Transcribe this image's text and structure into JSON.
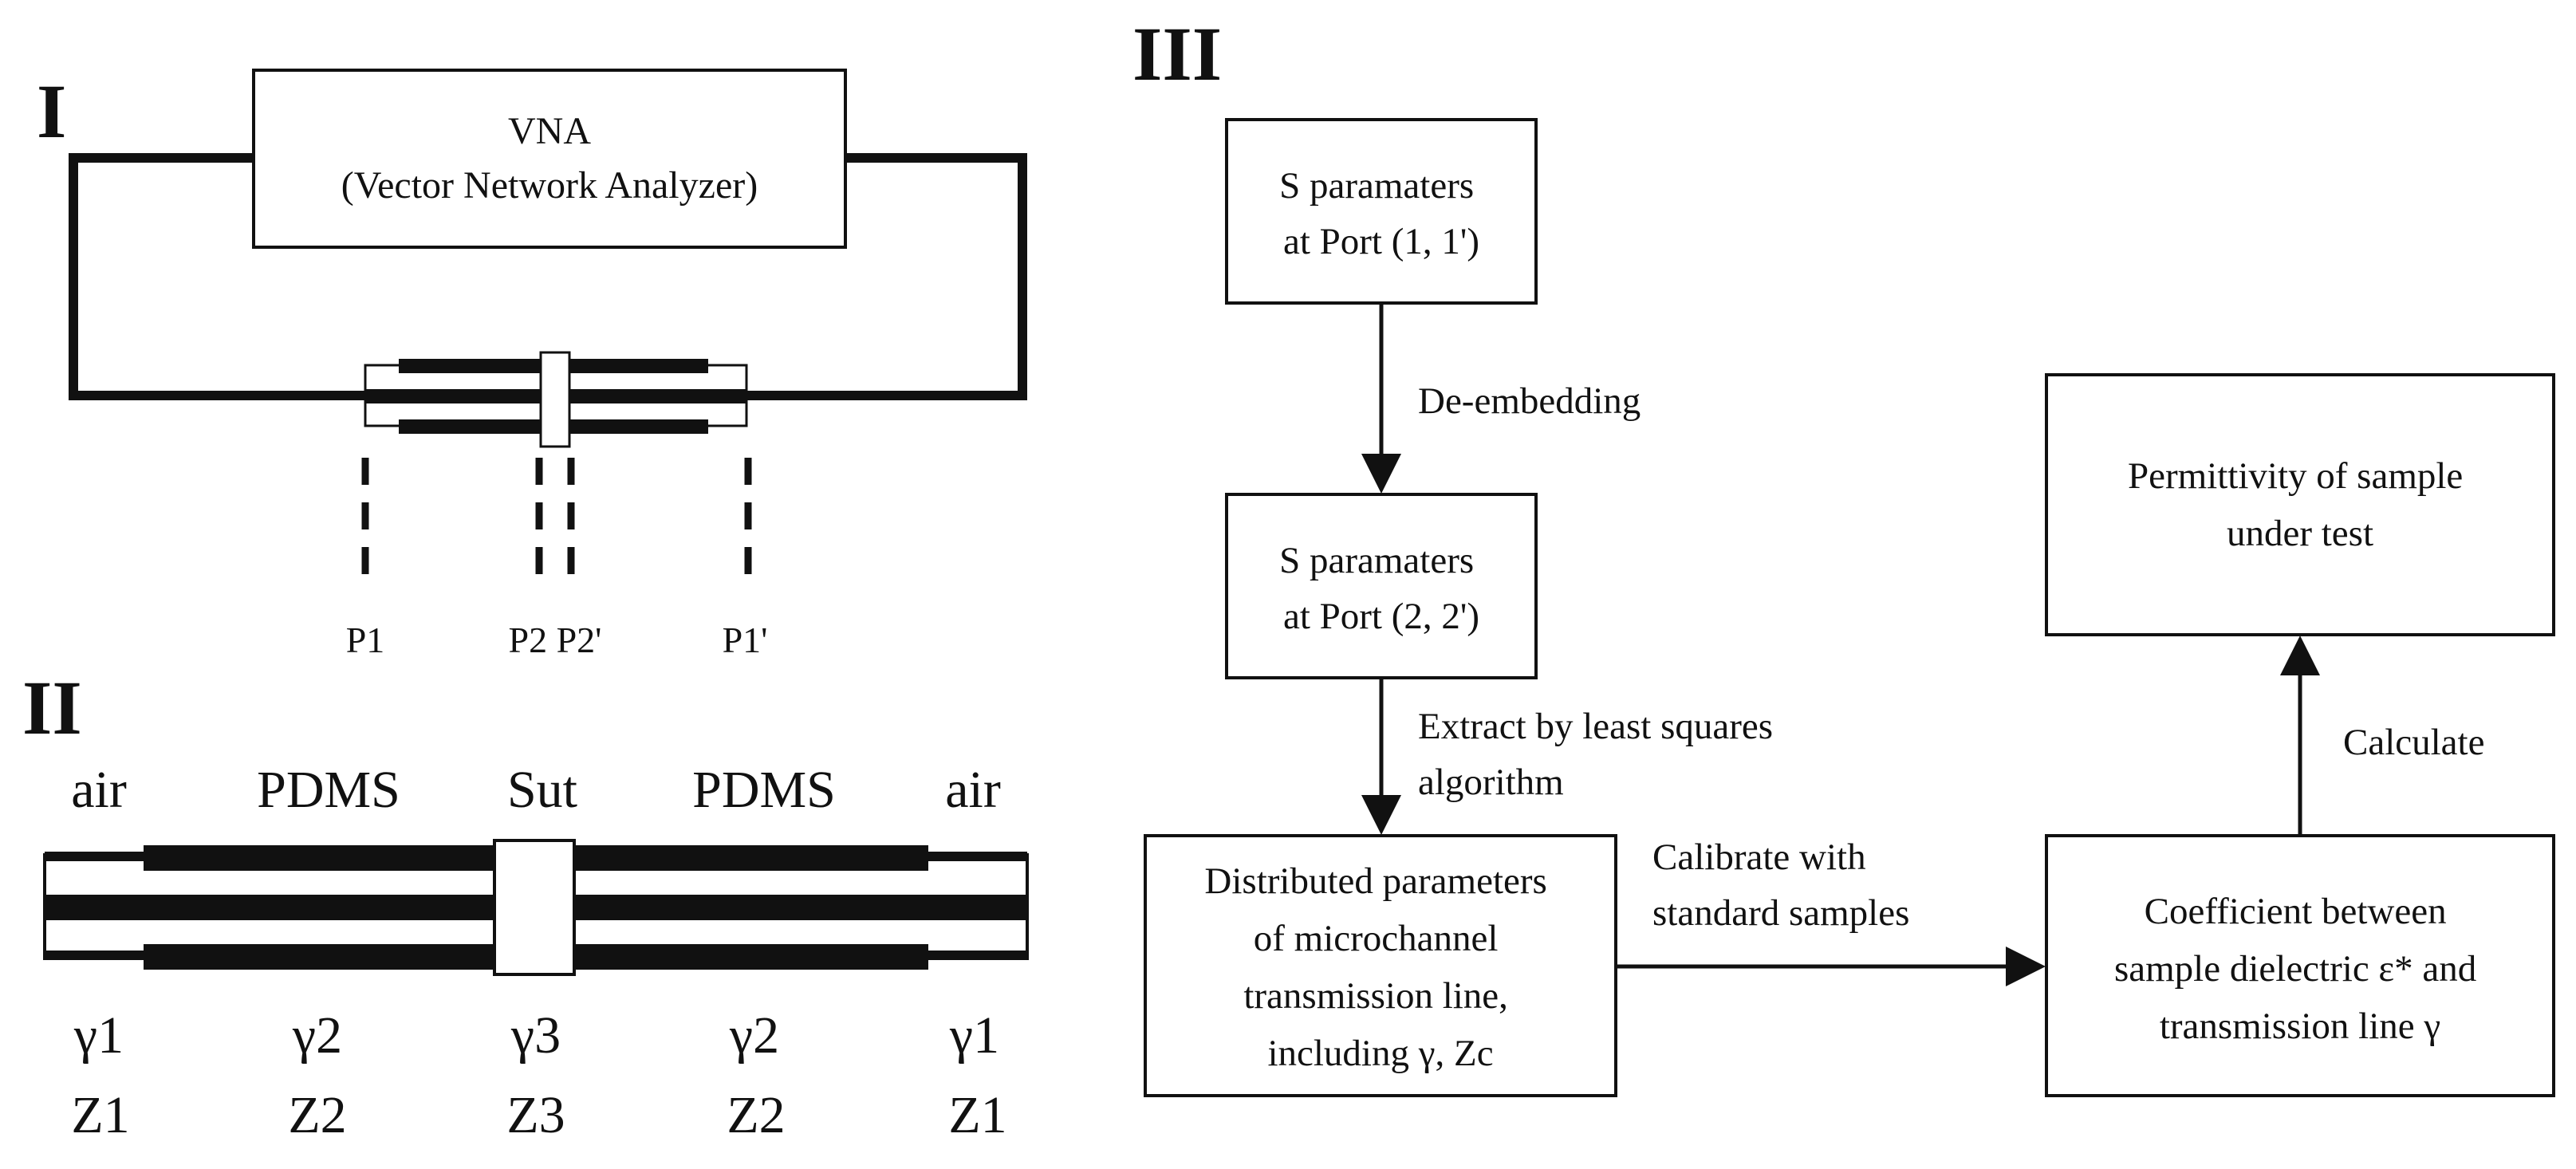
{
  "panel_labels": {
    "p1": "I",
    "p2": "II",
    "p3": "III"
  },
  "panel_i": {
    "vna_line1": "VNA",
    "vna_line2": "(Vector Network Analyzer)",
    "ports": [
      "P1",
      "P2 P2'",
      "P1'"
    ]
  },
  "panel_ii": {
    "materials": [
      "air",
      "PDMS",
      "Sut",
      "PDMS",
      "air"
    ],
    "gammas": [
      "γ1",
      "γ2",
      "γ3",
      "γ2",
      "γ1"
    ],
    "impedances": [
      "Z1",
      "Z2",
      "Z3",
      "Z2",
      "Z1"
    ]
  },
  "panel_iii": {
    "boxes": {
      "s_port1": [
        "S paramaters",
        "at Port (1, 1')"
      ],
      "s_port2": [
        "S paramaters",
        "at Port (2, 2')"
      ],
      "distributed": [
        "Distributed parameters",
        "of microchannel",
        "transmission line,",
        "including γ, Zc"
      ],
      "coefficient": [
        "Coefficient between",
        "sample dielectric ε* and",
        "transmission line  γ"
      ],
      "permittivity": [
        "Permittivity of sample",
        "under test"
      ]
    },
    "edges": {
      "deembed": [
        "De-embedding"
      ],
      "extract": [
        "Extract by least squares",
        "algorithm"
      ],
      "calibrate": [
        "Calibrate with",
        "standard samples"
      ],
      "calculate": [
        "Calculate"
      ]
    }
  }
}
